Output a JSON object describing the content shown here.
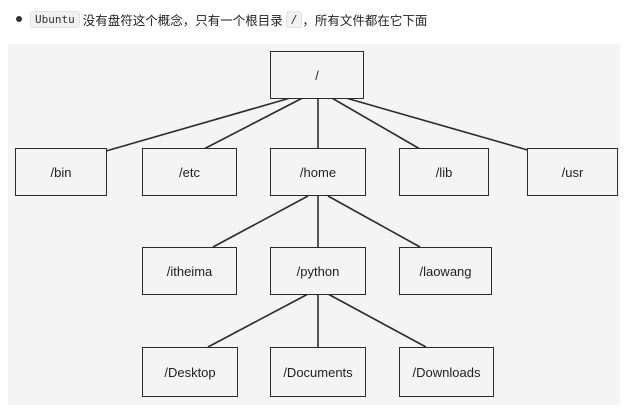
{
  "note": {
    "code": "Ubuntu",
    "text1": "没有盘符这个概念，只有一个根目录",
    "code2": "/",
    "text2": "，所有文件都在它下面"
  },
  "tree": {
    "root": "/",
    "level1": [
      "/bin",
      "/etc",
      "/home",
      "/lib",
      "/usr"
    ],
    "home_children": [
      "/itheima",
      "/python",
      "/laowang"
    ],
    "python_children": [
      "/Desktop",
      "/Documents",
      "/Downloads"
    ]
  },
  "colors": {
    "line": "#2b2b2b",
    "panel": "#f4f4f4"
  }
}
